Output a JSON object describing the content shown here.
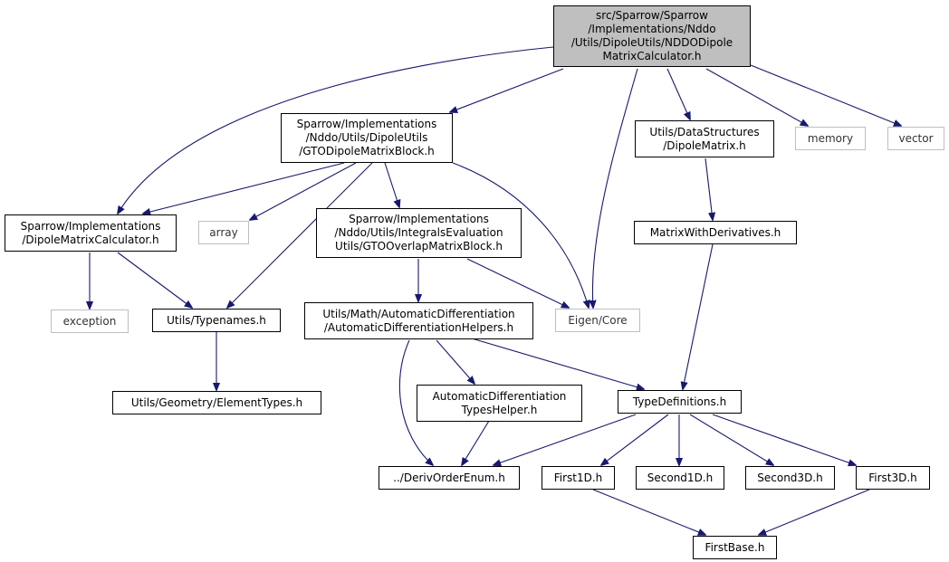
{
  "colors": {
    "edge": "#191970",
    "root_fill": "#bfbfbf",
    "external_border": "#bfbfbf"
  },
  "nodes": {
    "root": {
      "label": "src/Sparrow/Sparrow\n/Implementations/Nddo\n/Utils/DipoleUtils/NDDODipole\nMatrixCalculator.h"
    },
    "gto_dipole_block": {
      "label": "Sparrow/Implementations\n/Nddo/Utils/DipoleUtils\n/GTODipoleMatrixBlock.h"
    },
    "dipole_matrix": {
      "label": "Utils/DataStructures\n/DipoleMatrix.h"
    },
    "memory": {
      "label": "memory"
    },
    "vector": {
      "label": "vector"
    },
    "dipole_calculator": {
      "label": "Sparrow/Implementations\n/DipoleMatrixCalculator.h"
    },
    "array": {
      "label": "array"
    },
    "gto_overlap_block": {
      "label": "Sparrow/Implementations\n/Nddo/Utils/IntegralsEvaluation\nUtils/GTOOverlapMatrixBlock.h"
    },
    "matrix_with_derivatives": {
      "label": "MatrixWithDerivatives.h"
    },
    "exception": {
      "label": "exception"
    },
    "typenames": {
      "label": "Utils/Typenames.h"
    },
    "autodiff_helpers": {
      "label": "Utils/Math/AutomaticDifferentiation\n/AutomaticDifferentiationHelpers.h"
    },
    "eigen_core": {
      "label": "Eigen/Core"
    },
    "element_types": {
      "label": "Utils/Geometry/ElementTypes.h"
    },
    "autodiff_types_helper": {
      "label": "AutomaticDifferentiation\nTypesHelper.h"
    },
    "type_definitions": {
      "label": "TypeDefinitions.h"
    },
    "deriv_order_enum": {
      "label": "../DerivOrderEnum.h"
    },
    "first1d": {
      "label": "First1D.h"
    },
    "second1d": {
      "label": "Second1D.h"
    },
    "second3d": {
      "label": "Second3D.h"
    },
    "first3d": {
      "label": "First3D.h"
    },
    "first_base": {
      "label": "FirstBase.h"
    }
  }
}
